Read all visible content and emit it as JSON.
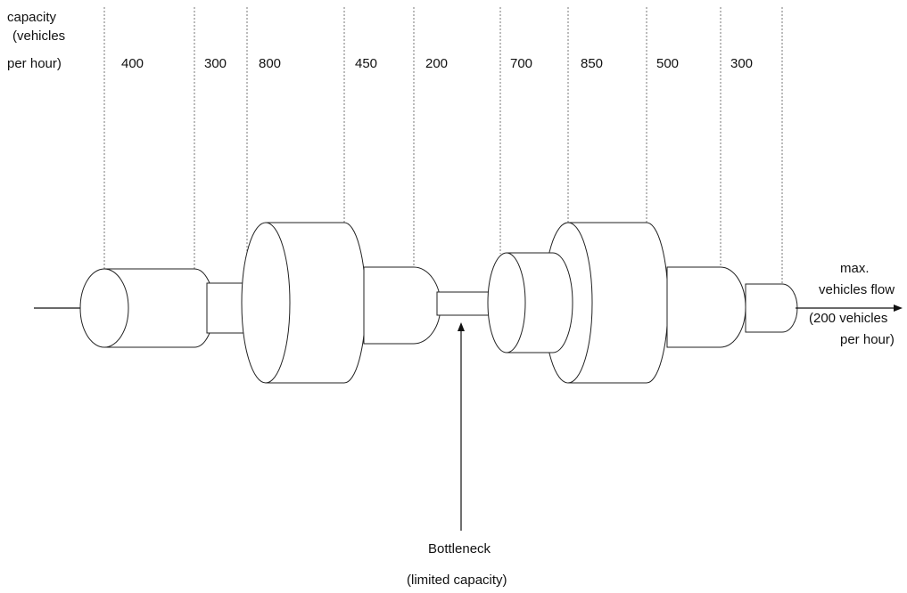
{
  "capacity_header": {
    "line1": "capacity",
    "line2": "(vehicles",
    "line3": "per hour)"
  },
  "segments": [
    {
      "name": "segment-1",
      "capacity": 400,
      "label": "400"
    },
    {
      "name": "segment-2",
      "capacity": 300,
      "label": "300"
    },
    {
      "name": "segment-3",
      "capacity": 800,
      "label": "800"
    },
    {
      "name": "segment-4",
      "capacity": 450,
      "label": "450"
    },
    {
      "name": "segment-5",
      "capacity": 200,
      "label": "200"
    },
    {
      "name": "segment-6",
      "capacity": 700,
      "label": "700"
    },
    {
      "name": "segment-7",
      "capacity": 850,
      "label": "850"
    },
    {
      "name": "segment-8",
      "capacity": 500,
      "label": "500"
    },
    {
      "name": "segment-9",
      "capacity": 300,
      "label": "300"
    }
  ],
  "output_label": {
    "line1": "max.",
    "line2": "vehicles flow",
    "line3": "(200 vehicles",
    "line4": "per hour)"
  },
  "bottleneck_label": {
    "line1": "Bottleneck",
    "line2": "(limited capacity)"
  }
}
